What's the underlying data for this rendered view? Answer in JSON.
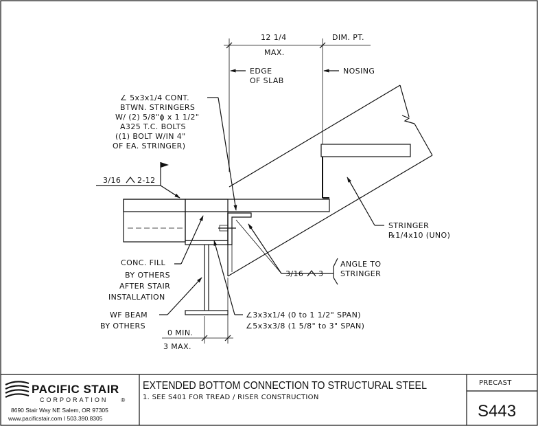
{
  "dimensions": {
    "top_dim": "12 1/4",
    "top_max": "MAX.",
    "dim_pt": "DIM. PT.",
    "bottom_min": "0 MIN.",
    "bottom_max": "3 MAX."
  },
  "labels": {
    "edge_of_slab": [
      "EDGE",
      "OF SLAB"
    ],
    "nosing": "NOSING",
    "angle_cont": [
      "∠ 5x3x1/4 CONT.",
      "BTWN. STRINGERS",
      "W/ (2) 5/8\"ϕ x 1 1/2\"",
      "A325 T.C. BOLTS",
      "((1) BOLT W/IN 4\"",
      "OF EA. STRINGER)"
    ],
    "weld_top": "3/16",
    "weld_top_len": "2-12",
    "stringer": [
      "STRINGER",
      "℞1/4x10 (UNO)"
    ],
    "weld_angle": "3/16",
    "weld_angle_len": "3",
    "angle_to_stringer": [
      "ANGLE TO",
      "STRINGER"
    ],
    "conc_fill": [
      "CONC. FILL",
      "BY OTHERS",
      "AFTER STAIR",
      "INSTALLATION"
    ],
    "wf_beam": [
      "WF BEAM",
      "BY OTHERS"
    ],
    "angle_span": [
      "∠3x3x1/4 (0 to 1 1/2\" SPAN)",
      "∠5x3x3/8 (1 5/8\" to 3\" SPAN)"
    ]
  },
  "title_block": {
    "company": "PACIFIC STAIR",
    "corporation": "CORPORATION",
    "registered": "®",
    "address": "8690 Stair Way NE Salem, OR 97305",
    "contact": "www.pacificstair.com  I  503.390.8305",
    "title": "EXTENDED BOTTOM CONNECTION TO STRUCTURAL STEEL",
    "note": "1. SEE S401 FOR TREAD / RISER CONSTRUCTION",
    "category": "PRECAST",
    "sheet": "S443"
  }
}
